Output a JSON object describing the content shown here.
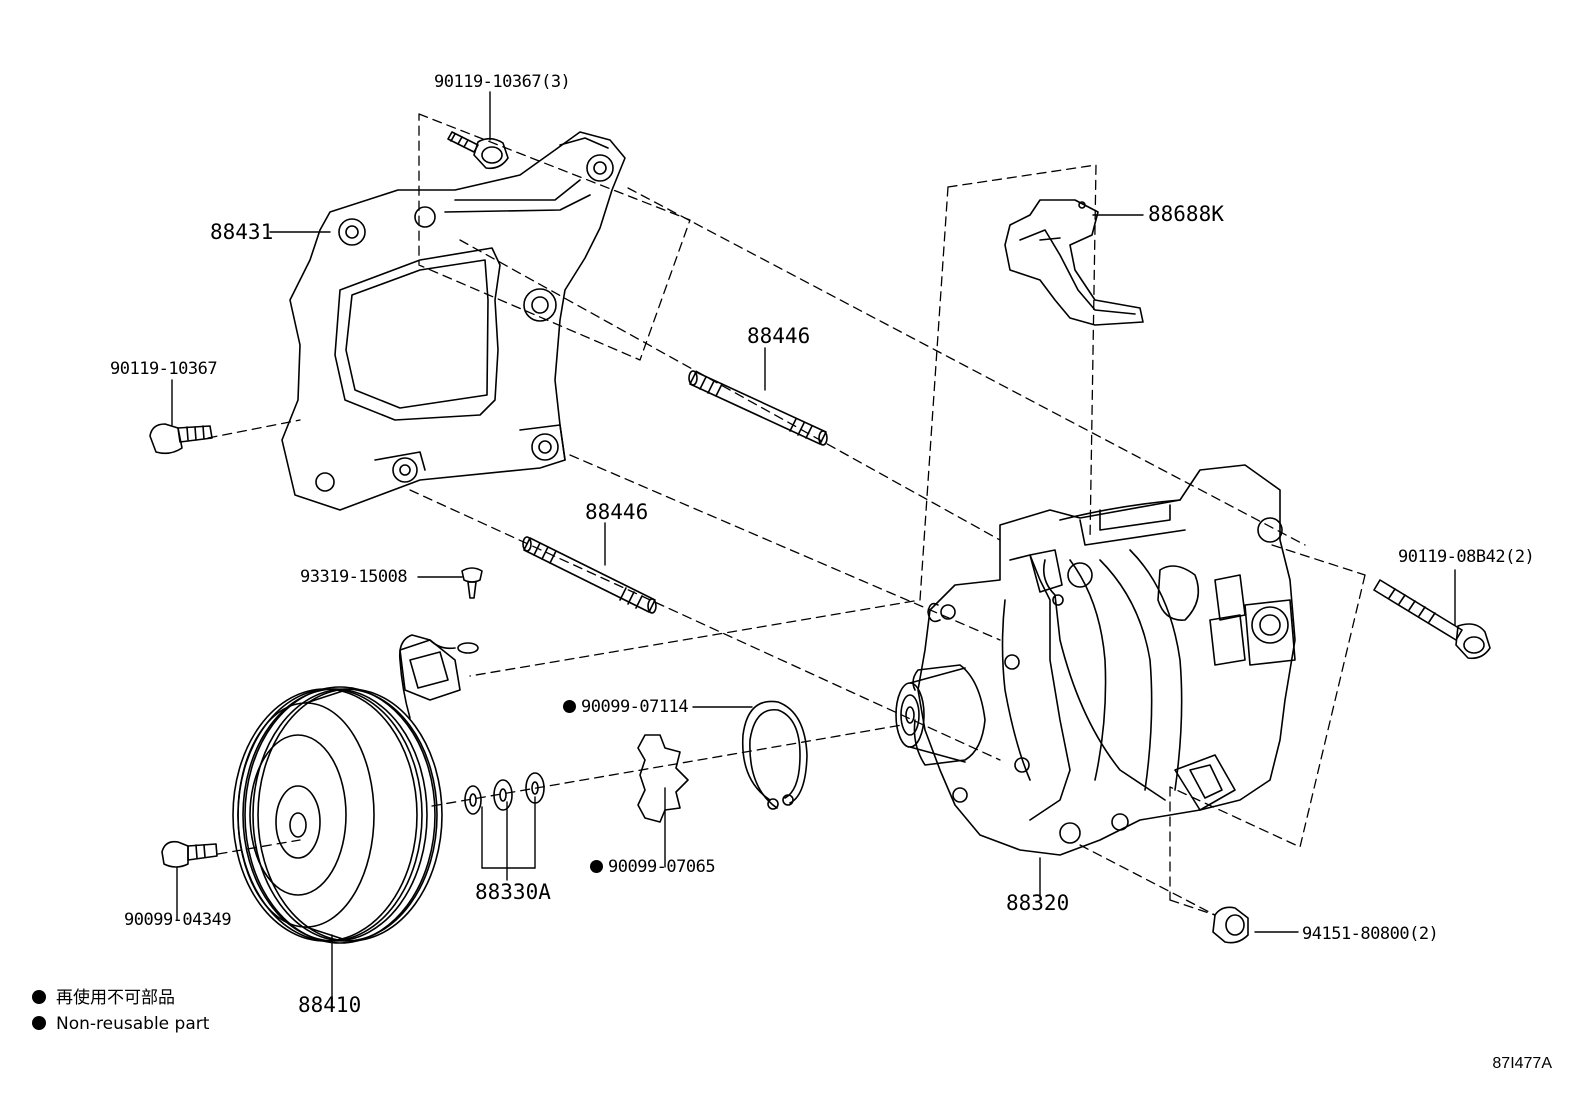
{
  "labels": {
    "bolt_top": "90119-10367(3)",
    "bracket": "88431",
    "bolt_left": "90119-10367",
    "stud_upper": "88446",
    "stud_lower": "88446",
    "screw": "93319-15008",
    "ring_snap": "90099-07114",
    "ring_plate": "90099-07065",
    "shims": "88330A",
    "bolt_clutch": "90099-04349",
    "pulley": "88410",
    "compressor": "88320",
    "bracket_wire": "88688K",
    "bolt_right": "90119-08B42(2)",
    "nut": "94151-80800(2)"
  },
  "legend": {
    "line1": "再使用不可部品",
    "line2": "Non-reusable part"
  },
  "diagram_ref": "87I477A"
}
